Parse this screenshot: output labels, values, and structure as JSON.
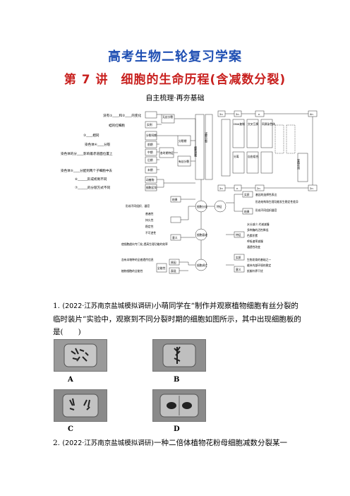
{
  "header": {
    "title": "高考生物二轮复习学案",
    "lesson": "第 7 讲　细胞的生命历程(含减数分裂)",
    "section": "自主梳理·再夯基础"
  },
  "diagram": {
    "left": {
      "r1": "没有①____和②____的变化",
      "r2": "蛙的红细胞",
      "r3": "③____相同",
      "r4": "染色体④____分裂",
      "r5": "染色体的分____影响着赤道面位置上",
      "r6": "染色体⑤____分配到两个子细胞中去",
      "r7": "⑥______形成机制不同",
      "r8": "⑦______的分裂方式不同",
      "b_wusi": "无丝分裂",
      "b_shili": "实例",
      "b_fenliezhouqi": "分裂间期",
      "b_qianqi": "前期",
      "b_zhongqi": "中期",
      "b_houqi": "后期",
      "b_moqi": "末期",
      "b_gezhangqi": "各时期特征",
      "b_fenliqi": "分裂期",
      "b_youjian": "有丝分裂",
      "b_dongzhi": "动植物",
      "b_qubie": "细胞区别"
    },
    "center": {
      "col1": "细胞增殖",
      "col2": "减数分裂",
      "dna": "DNA复制",
      "jiaocha": "交叉互换",
      "fenli": "分离",
      "ziyou": "自由组合",
      "tongyuan": "同源染色体",
      "fenhua": "细胞分化",
      "shuaolao": "细胞衰老",
      "siwang": "细胞凋亡",
      "shiji": "实质",
      "jieguo": "结果",
      "tezheng": "特征",
      "yiyi": "意义",
      "zuoyong": "作用"
    },
    "right": {
      "n2": "2n",
      "n1": "n",
      "n4": "4n",
      "hechu": "受精作用",
      "r_a": "基因的选择性表达",
      "r_b": "形态结构和生理功能发生稳定性差异",
      "r_c": "形成不同组织器官",
      "r_d": "水分减少,代谢减慢",
      "r_e": "多种酶的活性降低",
      "r_f": "色素积累",
      "r_g": "呼吸速率减慢",
      "r_h": "通透性改变",
      "r_i": "生物发育的基础之一",
      "r_j": "维持内部环境的稳定",
      "r_k": "抵御外界干扰"
    },
    "lower_left": {
      "a": "形成不同组织、器官",
      "b": "普遍性",
      "c": "持久性",
      "d": "稳定性",
      "e": "不可逆性",
      "f": "使细胞趋向专门化,提高生理功能的效率",
      "g": "含有本物种的全套遗传信息",
      "h": "植物细胞的全能性",
      "i": "全能性",
      "j": "表现",
      "k": "原因"
    }
  },
  "questions": [
    {
      "source": "(2022·江苏南京盐城模拟调研)",
      "num": "1.",
      "text": "小萌同学在“制作并观察植物细胞有丝分裂的临时装片”实验中，观察到不同分裂时期的细胞如图所示，其中出现细胞板的是(　　)",
      "options": [
        "A",
        "B",
        "C",
        "D"
      ]
    },
    {
      "source": "(2022·江苏南京盐城模拟调研)",
      "num": "2.",
      "text": "一种二倍体植物花粉母细胞减数分裂某一"
    }
  ]
}
